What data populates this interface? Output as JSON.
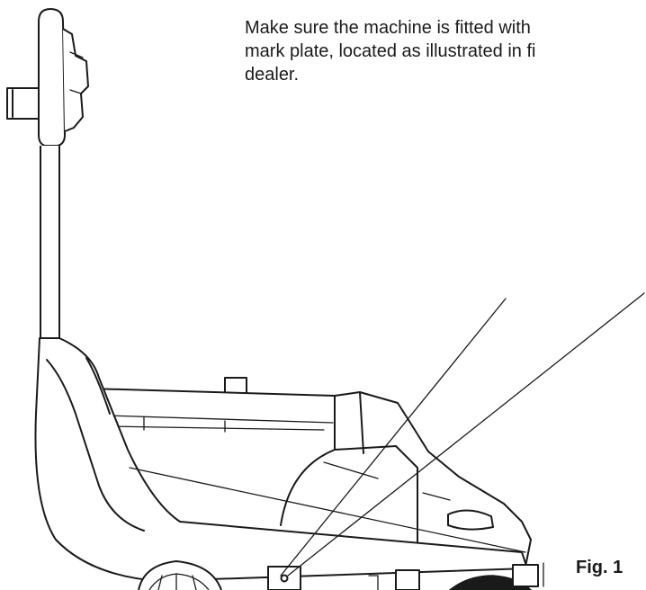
{
  "instructions": {
    "line_1": "Make sure the machine is fitted with",
    "line_2": "mark plate, located as illustrated in fi",
    "line_3": "dealer."
  },
  "figure": {
    "label": "Fig. 1"
  }
}
